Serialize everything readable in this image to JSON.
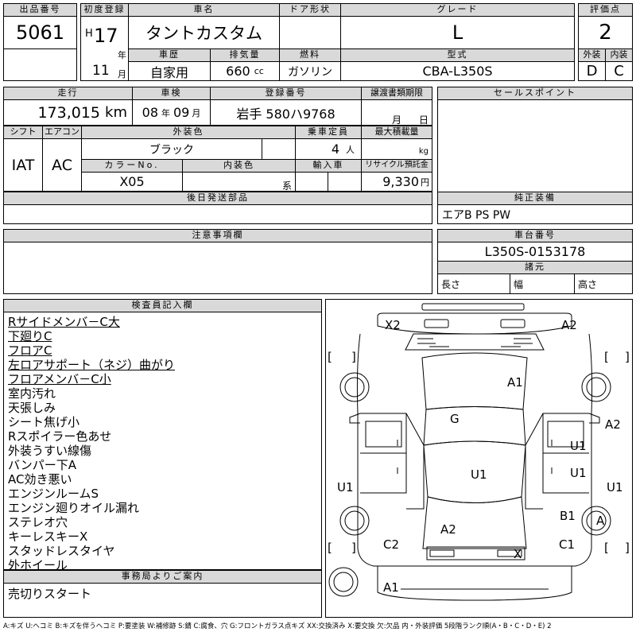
{
  "header": {
    "lot_number_label": "出品番号",
    "lot_number": "5061",
    "first_reg_label": "初度登録",
    "era": "H",
    "year_value": "17",
    "year_unit": "年",
    "month_value": "11",
    "month_unit": "月",
    "car_name_label": "車名",
    "car_name": "タントカスタム",
    "door_label": "ドア形状",
    "door_value": "",
    "grade_label": "グレード",
    "grade": "L",
    "score_label": "評価点",
    "score": "2",
    "history_label": "車歴",
    "history": "自家用",
    "displacement_label": "排気量",
    "displacement": "660",
    "displacement_unit": "cc",
    "fuel_label": "燃料",
    "fuel": "ガソリン",
    "model_label": "型式",
    "model": "CBA-L350S",
    "ext_label": "外装",
    "ext_grade": "D",
    "int_label": "内装",
    "int_grade": "C"
  },
  "row2": {
    "mileage_label": "走行",
    "mileage": "173,015",
    "mileage_unit": "km",
    "inspection_label": "車検",
    "inspection_year": "08",
    "inspection_year_unit": "年",
    "inspection_month": "09",
    "inspection_month_unit": "月",
    "registration_label": "登録番号",
    "registration": "岩手 580ハ9768",
    "transfer_label": "譲渡書類期限",
    "transfer_month_unit": "月",
    "transfer_day_unit": "日",
    "shift_label": "シフト",
    "shift": "IAT",
    "ac_label": "エアコン",
    "ac": "AC",
    "exterior_color_label": "外装色",
    "exterior_color": "ブラック",
    "capacity_label": "乗車定員",
    "capacity": "4",
    "capacity_unit": "人",
    "max_load_label": "最大積載量",
    "max_load_unit": "kg",
    "color_no_label": "カラーNo.",
    "color_no": "X05",
    "interior_color_label": "内装色",
    "interior_color_unit": "系",
    "import_label": "輸入車",
    "recycle_label": "リサイクル預託金",
    "recycle": "9,330",
    "recycle_unit": "円",
    "later_parts_label": "後日発送部品",
    "later_parts": ""
  },
  "side": {
    "sales_points_label": "セールスポイント",
    "sales_points": "",
    "equipment_label": "純正装備",
    "equipment": "エアB PS PW",
    "chassis_label": "車台番号",
    "chassis": "L350S-0153178",
    "dims_label": "諸元",
    "length_label": "長さ",
    "width_label": "幅",
    "height_label": "高さ"
  },
  "notes": {
    "label": "注意事項欄",
    "text": ""
  },
  "inspector": {
    "label": "検査員記入欄",
    "lines": [
      {
        "text": "Rサイドメンバ－C大",
        "underline": true
      },
      {
        "text": "下廻りC",
        "underline": true
      },
      {
        "text": "フロアC",
        "underline": true
      },
      {
        "text": "左ロアサポート（ネジ）曲がり",
        "underline": true
      },
      {
        "text": "フロアメンバ－C小",
        "underline": true
      },
      {
        "text": "室内汚れ",
        "underline": false
      },
      {
        "text": "天張しみ",
        "underline": false
      },
      {
        "text": "シート焦げ小",
        "underline": false
      },
      {
        "text": "Rスポイラー色あせ",
        "underline": false
      },
      {
        "text": "外装うすい線傷",
        "underline": false
      },
      {
        "text": "バンパー下A",
        "underline": false
      },
      {
        "text": "AC効き悪い",
        "underline": false
      },
      {
        "text": "エンジンルームS",
        "underline": false
      },
      {
        "text": "エンジン廻りオイル漏れ",
        "underline": false
      },
      {
        "text": "ステレオ穴",
        "underline": false
      },
      {
        "text": "キーレスキーX",
        "underline": false
      },
      {
        "text": "スタッドレスタイヤ",
        "underline": false
      },
      {
        "text": "外ホイール",
        "underline": false
      }
    ]
  },
  "office": {
    "label": "事務局よりご案内",
    "text": "売切りスタート"
  },
  "diagram": {
    "marks": {
      "x2": "X2",
      "a2_top": "A2",
      "a1_top": "A1",
      "g": "G",
      "a2_right": "A2",
      "u1_r1": "U1",
      "u1_r2": "U1",
      "u1_center": "U1",
      "u1_left": "U1",
      "u1_right": "U1",
      "b1": "B1",
      "a_wheel": "A",
      "a2_bottom": "A2",
      "c2": "C2",
      "c1": "C1",
      "x_bottom": "X",
      "a1_bottom": "A1"
    },
    "bracket_open": "[",
    "bracket_close": "]"
  },
  "legend": "A:キズ U:ヘコミ B:キズを伴うヘコミ P:要塗装 W:補修跡 S:錆 C:腐食、穴 G:フロントガラス点キズ XX:交換済み X:要交換 欠:欠品 内・外装評価 5段階ランク順(A・B・C・D・E) 2"
}
